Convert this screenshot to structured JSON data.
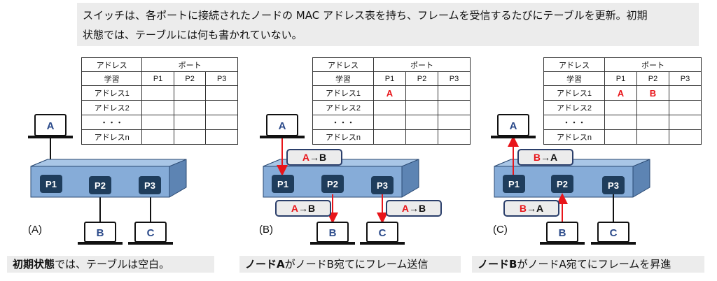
{
  "intro": {
    "line1": "スイッチは、各ポートに接続されたノードの MAC アドレス表を持ち、フレームを受信するたびにテーブルを更新。初期",
    "line2": "状態では、テーブルには何も書かれていない。"
  },
  "table": {
    "header_address": "アドレス",
    "header_learn": "学習",
    "header_port": "ポート",
    "ports": [
      "P1",
      "P2",
      "P3"
    ],
    "rows": [
      "アドレス1",
      "アドレス2",
      "・・・",
      "アドレスn"
    ]
  },
  "panels": [
    {
      "label": "(A)",
      "caption_bold": "初期状態",
      "caption_rest": "では、テーブルは空白。",
      "row1_marks": [
        "",
        "",
        ""
      ]
    },
    {
      "label": "(B)",
      "caption_bold": "ノードA",
      "caption_rest": "がノードB宛てにフレーム送信",
      "row1_marks": [
        "A",
        "",
        ""
      ],
      "frame_text": "→B",
      "frame_from": "A"
    },
    {
      "label": "(C)",
      "caption_bold": "ノードB",
      "caption_rest": "がノードA宛てにフレームを昇進",
      "row1_marks": [
        "A",
        "B",
        ""
      ],
      "frame_text": "→A",
      "frame_from": "B"
    }
  ],
  "nodes": {
    "a": "A",
    "b": "B",
    "c": "C"
  },
  "colors": {
    "switch_body": "#7fa8d4",
    "port": "#1f3d5c",
    "arrow": "#e8151a",
    "frame_bg": "#ececec",
    "frame_border": "#2b3f6b"
  }
}
